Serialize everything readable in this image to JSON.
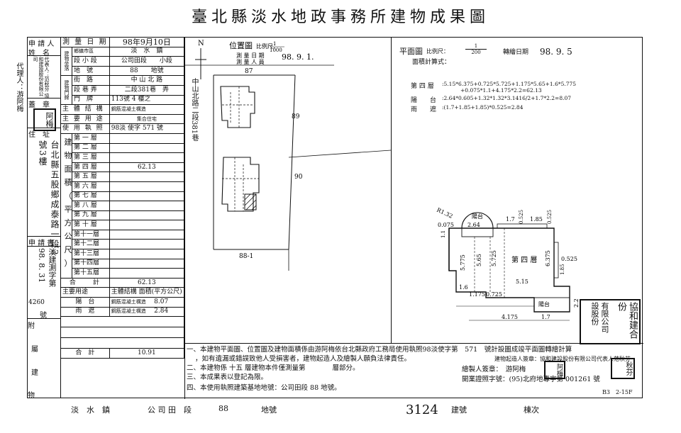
{
  "title": "臺北縣淡水地政事務所建物成果圖",
  "agent_side": "代理人：游阿梅",
  "left": {
    "applicant_label": "申 請 人",
    "name_label": "姓　名",
    "applicant_stack": "代表人：范秋芬 協和建設股份有限公司",
    "seal_label": "蓋　章",
    "seal_text": "阿梅",
    "address_label": "住　址",
    "address_text": "台北縣五股鄉成泰路一段2號3樓",
    "date_label": "申 請 書",
    "doc_no_text": "淡建測字第 98. 8. 31",
    "doc_no_value": "4260",
    "doc_no_suffix": "號",
    "survey_date_label": "測 量 日 期",
    "survey_date_value": "98年9月10日",
    "location_group": "建物坐落",
    "town_label": "鄉鎮市區",
    "town_value": "淡　水　鎮",
    "section_label": "段 小 段",
    "section_value": "公司田段　　小段",
    "lot_label": "地　號",
    "lot_value": "88　　地號",
    "door_group": "建物門牌",
    "street_label": "街　路",
    "street_value": "中 山 北 路",
    "lane_label": "段 巷 弄",
    "lane_value": "二段381巷　弄",
    "number_label": "門　牌",
    "number_value": "113號 4 樓之",
    "structure_label": "主 體 結 構",
    "structure_value": "鋼筋混凝土構造",
    "use_label": "主 要 用 途",
    "use_value": "集合住宅",
    "license_label": "使 用 執 照",
    "license_value": "98淡 使字 571 號",
    "area_group_chars": [
      "建",
      "物",
      "面",
      "積",
      "（",
      "平",
      "方",
      "公",
      "尺",
      "）"
    ],
    "floors": [
      "第 一 層",
      "第 二 層",
      "第 三 層",
      "第 四 層",
      "第 五 層",
      "第 六 層",
      "第 七 層",
      "第 八 層",
      "第 九 層",
      "第 十 層",
      "第十一層",
      "第十二層",
      "第十三層",
      "第十四層",
      "第十五層"
    ],
    "floor4_value": "62.13",
    "total_label": "合　　計",
    "total_value": "62.13",
    "attach_label": "附",
    "attach_label2": "屬",
    "attach_label3": "建",
    "attach_label4": "物",
    "attach_head_use": "主要用途",
    "attach_head_struct": "主體結構",
    "attach_head_area": "面積(平方公尺)",
    "attach_rows": [
      {
        "use": "陽　台",
        "struct": "鋼筋混凝土構造",
        "area": "8.07"
      },
      {
        "use": "雨　遮",
        "struct": "鋼筋混凝土構造",
        "area": "2.84"
      }
    ],
    "attach_total_label": "合　計",
    "attach_total_value": "10.91"
  },
  "site": {
    "north": "N",
    "title": "位置圖",
    "scale_label": "比例尺：",
    "scale_num": "1",
    "scale_den": "1000",
    "date_label": "測 量 日 期",
    "person_label": "測 量 人 員",
    "date_value": "98. 9. 1.",
    "lot_87": "87",
    "lot_89": "89",
    "lot_90": "90",
    "lot_881": "88-1",
    "road": "中山北路二段381巷"
  },
  "plan": {
    "title": "平面圖",
    "scale_label": "比例尺：",
    "scale_num": "1",
    "scale_den": "200",
    "draw_date_label": "轉繪日期",
    "draw_date_value": "98. 9. 5",
    "calc_label": "面積計算式：",
    "f4_label": "第 四 層",
    "f4_formula": ":5.15*6.375+0.725*5.725+1.175*5.65+1.6*5.775",
    "f4_formula2": "+0.075*1.1+4.175*2.2=62.13",
    "balcony_label": "陽　　台",
    "balcony_formula": ":2.64*0.605+1.32*1.32*3.1416/2+1.7*2.2=8.07",
    "canopy_label": "雨　　遮",
    "canopy_formula": ":(1.7+1.85+1.85)*0.525=2.84",
    "dims": {
      "r": "R1.32",
      "balcony": "陽台",
      "d264": "2.64",
      "d0075": "0.075",
      "d11": "1.1",
      "d17": "1.7",
      "d0525a": "0.525",
      "d185": "1.85",
      "d0525b": "0.525",
      "d5775": "5.775",
      "d565": "5.65",
      "d5725": "5.725",
      "floor": "第 四 層",
      "d6375": "6.375",
      "d0525c": "0.525",
      "d185b": "1.85",
      "d515": "5.15",
      "d16": "1.6",
      "d1175": "1.175",
      "d0725": "0.725",
      "balcony2": "陽台",
      "d22": "2.2",
      "d4175": "4.175",
      "d17b": "1.7"
    },
    "stamp1": "有限公司",
    "stamp1b": "設股份",
    "stamp2": "協和建",
    "stamp2b": "合份"
  },
  "notes": {
    "n1": "一、本建物平面圖、位置圖及建物面積係由游阿梅依台北縣政府工務局使用執照98淡使字第　571　號計設圖成竣平面圖轉繪計算",
    "n1b": "，如有遺漏或錯誤致他人受損害者，建物起造人及繪製人願負法律責任。",
    "builder_sign": "建物起造人簽章：協和建設股份有限公司代表人范秋芬",
    "n2": "二、本建物係 十五 層建物本件僅測量第　　　　層部分。",
    "drawer_sign": "繪製人簽章：　游阿梅",
    "n3": "三、本成果表以登記為限。",
    "license_no": "開業證照字號：(95)北府地專字第 001261 號",
    "n4": "四、本使用執照建築基地地號：公司田段 88 地號。",
    "stamp_drawer": "阿梅",
    "stamp_rep": "秋芬",
    "form_code": "B3　2-15F"
  },
  "footer": {
    "town": "淡　水　鎮",
    "section": "公 司 田　段",
    "lot": "88",
    "lot_label": "地號",
    "build_no": "3124",
    "build_label": "建號",
    "page_label": "棟次"
  }
}
